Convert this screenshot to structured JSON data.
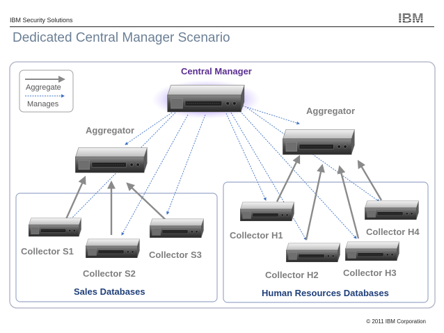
{
  "header": {
    "company_text": "IBM Security Solutions",
    "logo_text": "IBM"
  },
  "title": "Dedicated Central Manager Scenario",
  "legend": {
    "aggregate": "Aggregate",
    "manages": "Manages"
  },
  "nodes": {
    "central_manager": "Central Manager",
    "aggregator_left": "Aggregator",
    "aggregator_right": "Aggregator",
    "collector_s1": "Collector S1",
    "collector_s2": "Collector S2",
    "collector_s3": "Collector S3",
    "collector_h1": "Collector H1",
    "collector_h2": "Collector H2",
    "collector_h3": "Collector H3",
    "collector_h4": "Collector H4"
  },
  "groups": {
    "sales": "Sales Databases",
    "hr": "Human Resources Databases"
  },
  "footer": {
    "copyright": "© 2011 IBM Corporation"
  },
  "colors": {
    "title": "#6b7f96",
    "central_label": "#5a2d91",
    "node_label": "#7f7f7f",
    "group_label": "#1f3f7a",
    "box_border": "#9aa8c9",
    "manage_arrow": "#3a6fc4",
    "aggregate_arrow": "#8a8a8a"
  }
}
